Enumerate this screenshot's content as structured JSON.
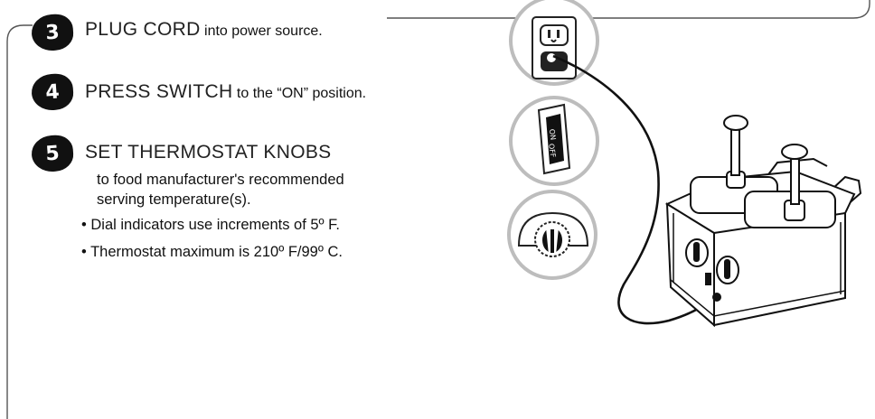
{
  "steps": [
    {
      "number": "3",
      "heading": "PLUG CORD",
      "rest": " into power source."
    },
    {
      "number": "4",
      "heading": "PRESS SWITCH",
      "rest": " to the “ON” position."
    },
    {
      "number": "5",
      "heading": "SET THERMOSTAT KNOBS",
      "rest": ""
    }
  ],
  "step5_detail_line1": "to food manufacturer's recommended",
  "step5_detail_line2": "serving temperature(s).",
  "bullets": [
    "• Dial indicators use increments of 5º F.",
    "•  Thermostat maximum is 210º F/99º C."
  ],
  "illustration": {
    "switch_on_label": "ON",
    "switch_off_label": "OFF",
    "icons": [
      "outlet-icon",
      "power-switch-icon",
      "thermostat-knob-icon",
      "warmer-unit-icon"
    ]
  }
}
